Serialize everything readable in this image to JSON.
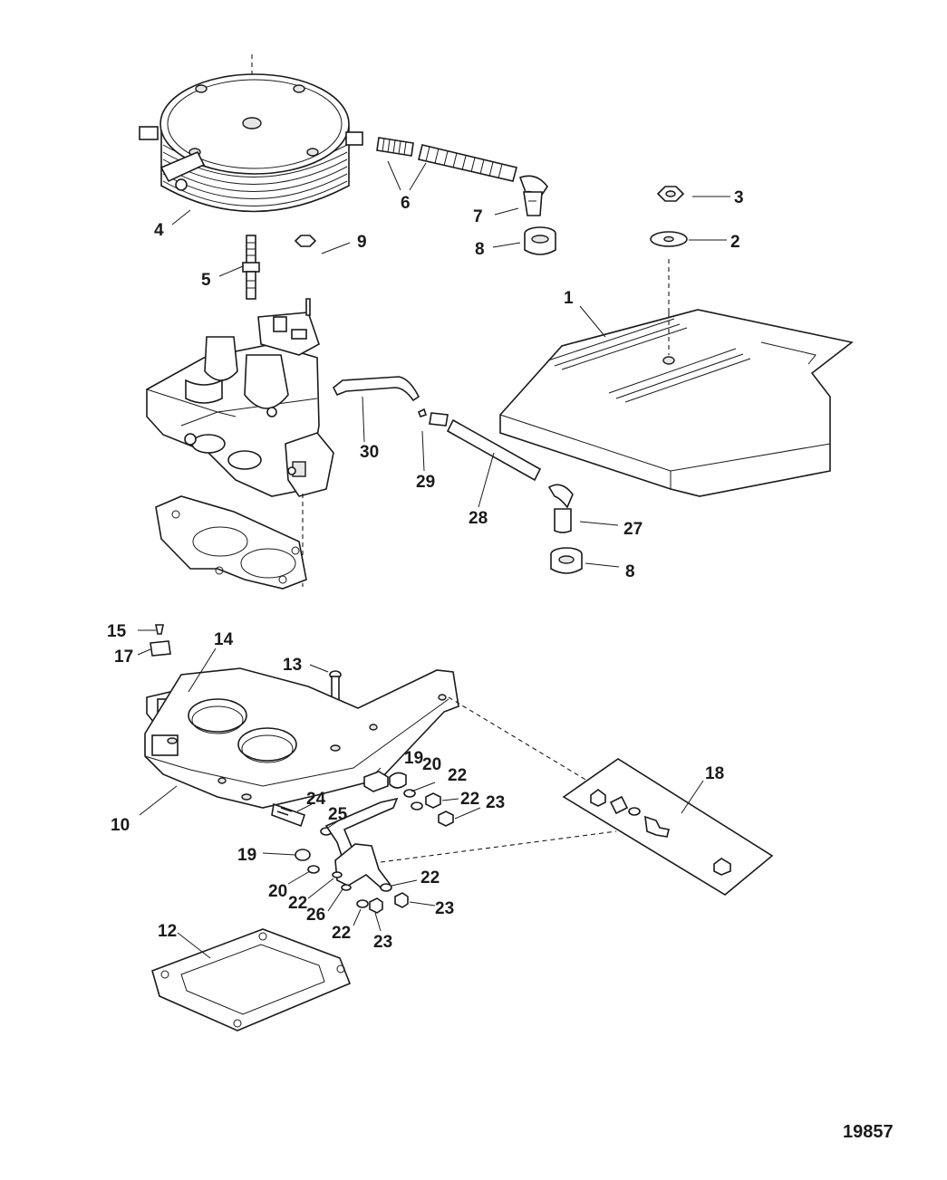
{
  "figure_number": "19857",
  "callouts": {
    "c1": "1",
    "c2": "2",
    "c3": "3",
    "c4": "4",
    "c5": "5",
    "c6": "6",
    "c7": "7",
    "c8a": "8",
    "c8b": "8",
    "c9": "9",
    "c10": "10",
    "c12": "12",
    "c13": "13",
    "c14": "14",
    "c15": "15",
    "c17": "17",
    "c18": "18",
    "c19a": "19",
    "c19b": "19",
    "c20a": "20",
    "c20b": "20",
    "c22a": "22",
    "c22b": "22",
    "c22c": "22",
    "c22d": "22",
    "c22e": "22",
    "c23a": "23",
    "c23b": "23",
    "c23c": "23",
    "c24": "24",
    "c25": "25",
    "c26": "26",
    "c27": "27",
    "c28": "28",
    "c29": "29",
    "c30": "30"
  }
}
